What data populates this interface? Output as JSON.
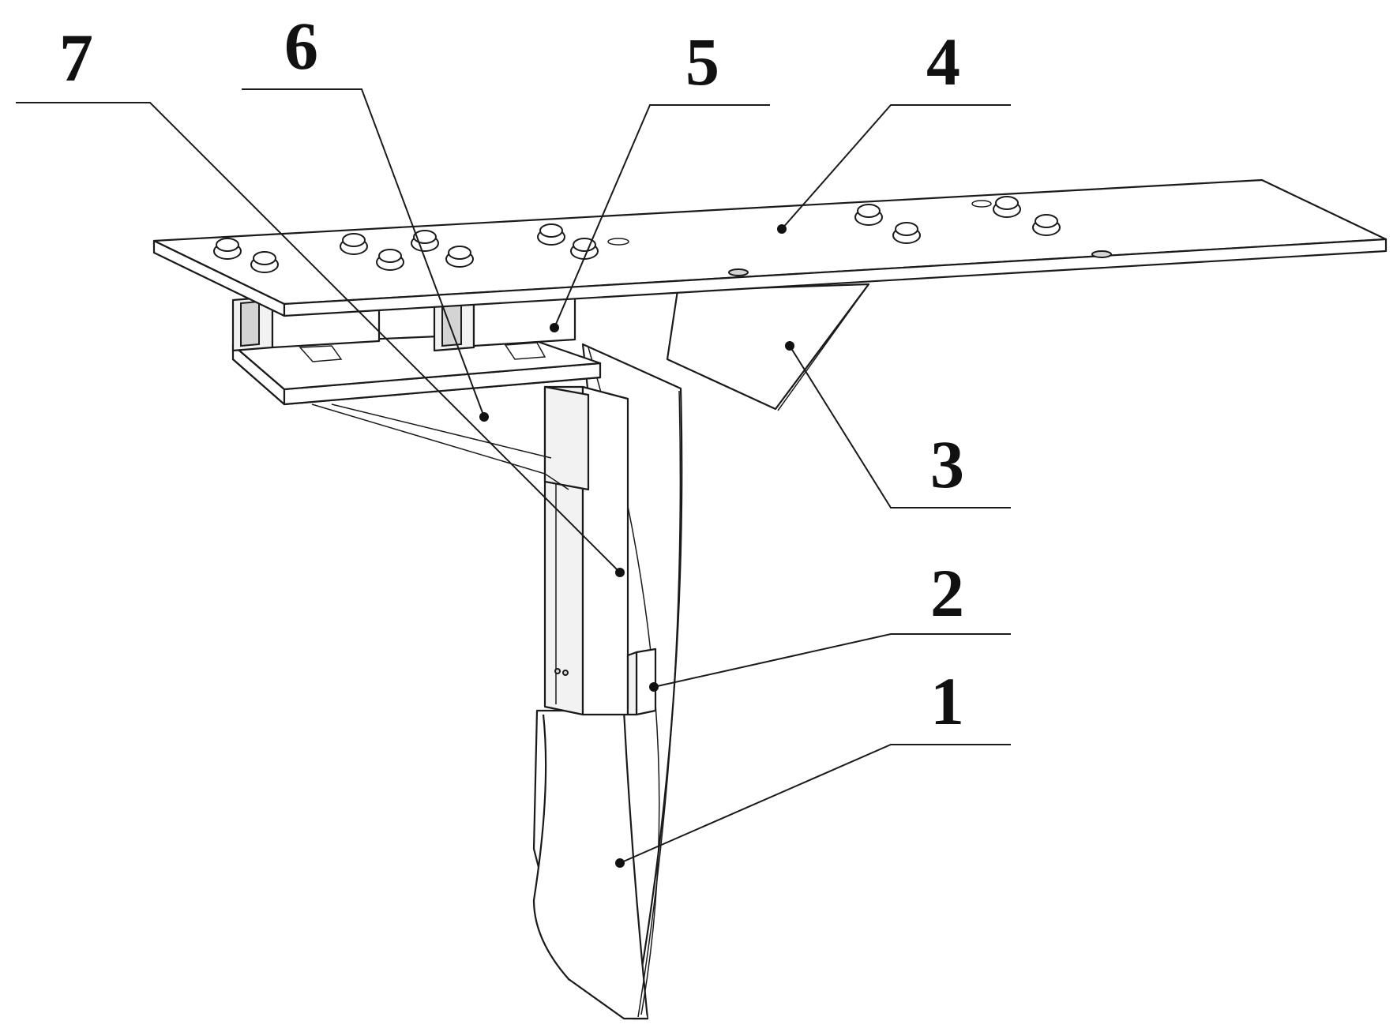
{
  "diagram": {
    "labels": {
      "part_1": "1",
      "part_2": "2",
      "part_3": "3",
      "part_4": "4",
      "part_5": "5",
      "part_6": "6",
      "part_7": "7"
    },
    "line_color": "#1a1a1a",
    "background": "#ffffff"
  }
}
